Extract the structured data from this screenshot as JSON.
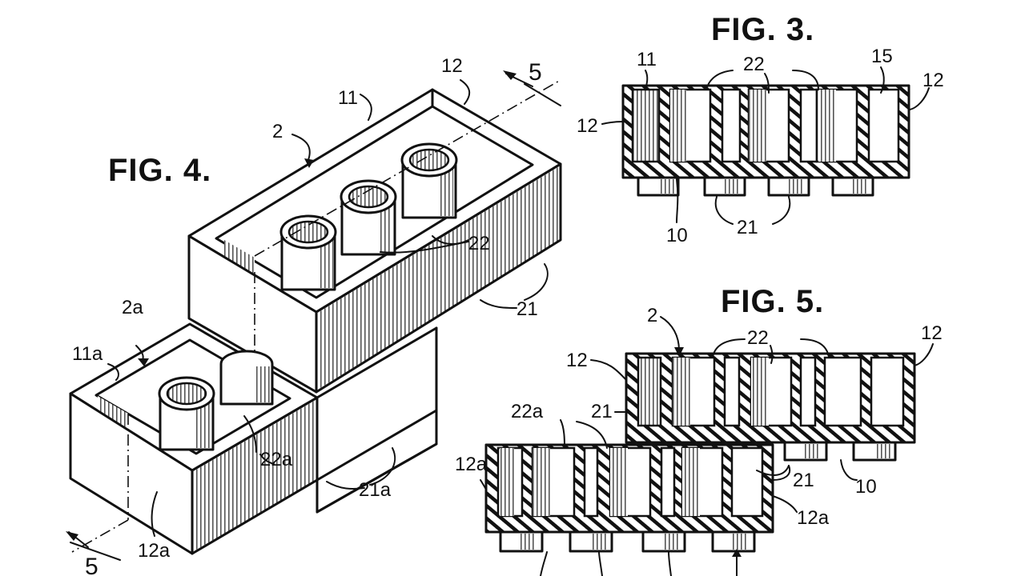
{
  "figures": {
    "fig3": {
      "title": "FIG. 3.",
      "labels": {
        "l11": "11",
        "l22": "22",
        "l15": "15",
        "l12_left": "12",
        "l12_right": "12",
        "l10": "10",
        "l21": "21"
      }
    },
    "fig4": {
      "title": "FIG. 4.",
      "labels": {
        "l12": "12",
        "l5_top": "5",
        "l11": "11",
        "l2": "2",
        "l22": "22",
        "l21": "21",
        "l2a": "2a",
        "l11a": "11a",
        "l22a": "22a",
        "l21a": "21a",
        "l12a": "12a",
        "l5_bottom": "5"
      }
    },
    "fig5": {
      "title": "FIG. 5.",
      "labels": {
        "l2": "2",
        "l22": "22",
        "l12_left": "12",
        "l12_right": "12",
        "l22a": "22a",
        "l21_upper": "21",
        "l12a_left": "12a",
        "l21_lower": "21",
        "l10": "10",
        "l12a_right": "12a"
      }
    }
  },
  "colors": {
    "ink": "#111111",
    "paper": "#ffffff"
  }
}
